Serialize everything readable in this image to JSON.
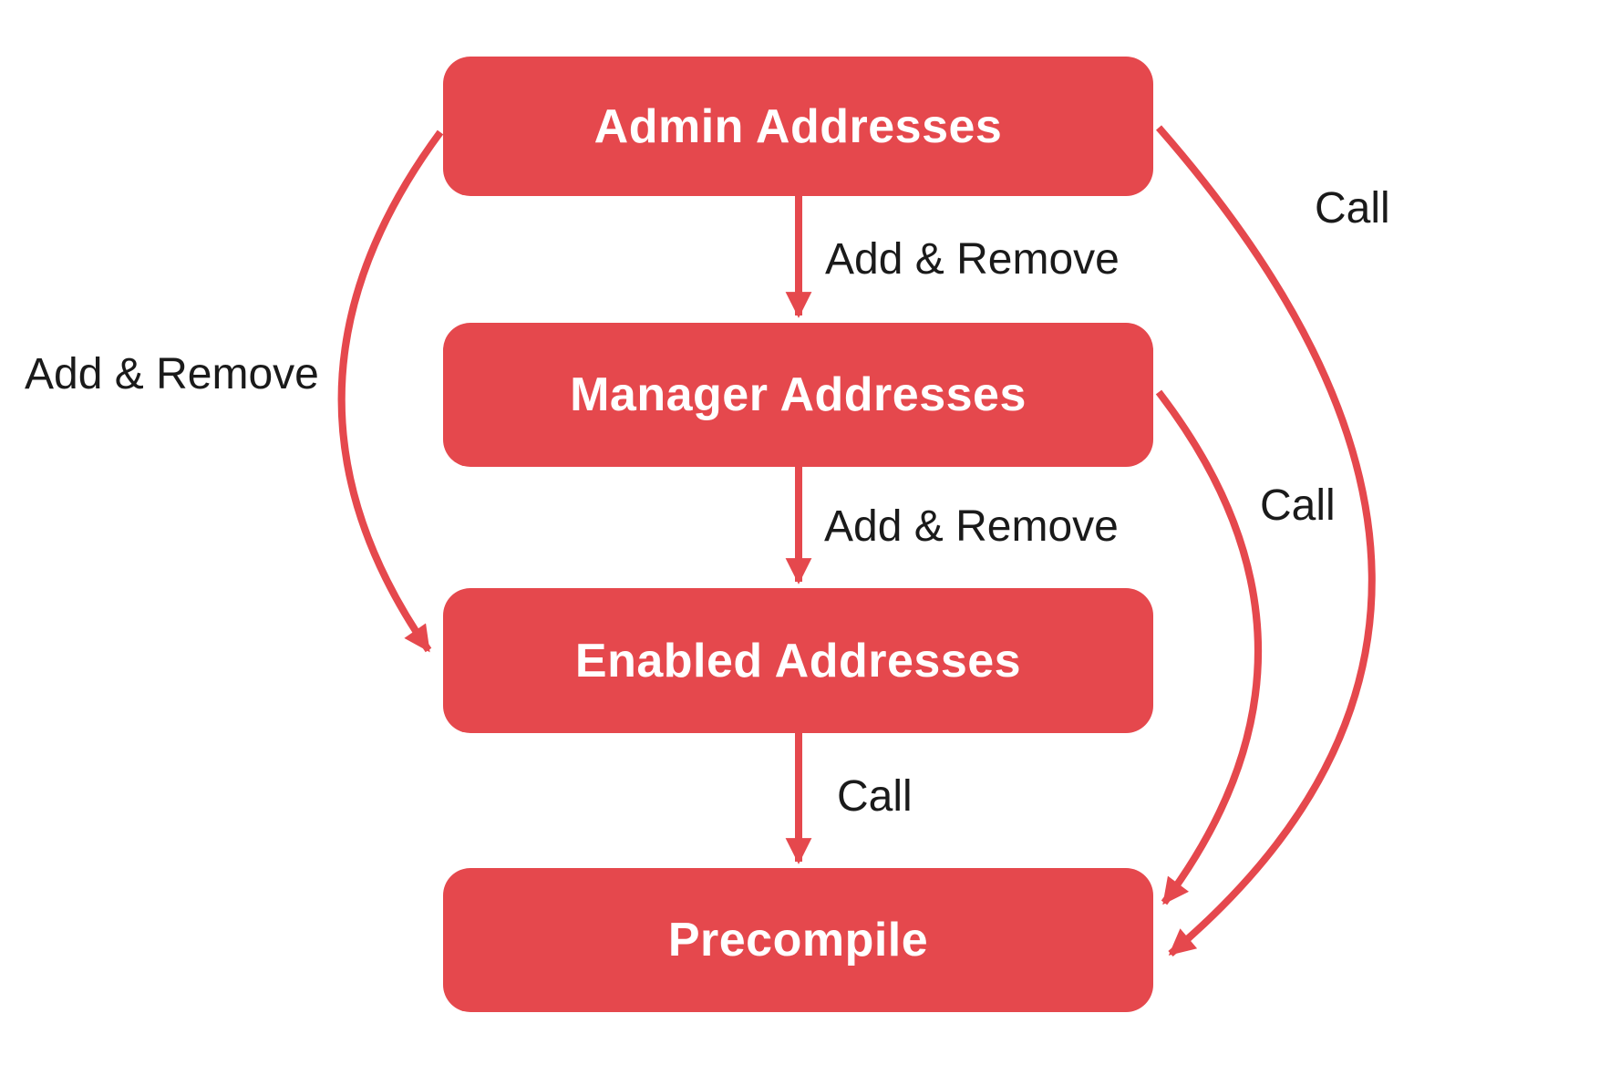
{
  "diagram": {
    "nodes": [
      {
        "id": "admin",
        "label": "Admin Addresses"
      },
      {
        "id": "manager",
        "label": "Manager Addresses"
      },
      {
        "id": "enabled",
        "label": "Enabled Addresses"
      },
      {
        "id": "precompile",
        "label": "Precompile"
      }
    ],
    "edges": [
      {
        "from": "admin",
        "to": "manager",
        "label": "Add & Remove"
      },
      {
        "from": "manager",
        "to": "enabled",
        "label": "Add & Remove"
      },
      {
        "from": "enabled",
        "to": "precompile",
        "label": "Call"
      },
      {
        "from": "admin",
        "to": "enabled",
        "label": "Add & Remove"
      },
      {
        "from": "manager",
        "to": "precompile",
        "label": "Call"
      },
      {
        "from": "admin",
        "to": "precompile",
        "label": "Call"
      }
    ]
  },
  "colors": {
    "node_fill": "#E5484D",
    "arrow": "#E5484D",
    "node_text": "#FFFFFF",
    "label_text": "#1A1A1A",
    "background": "#FFFFFF"
  }
}
